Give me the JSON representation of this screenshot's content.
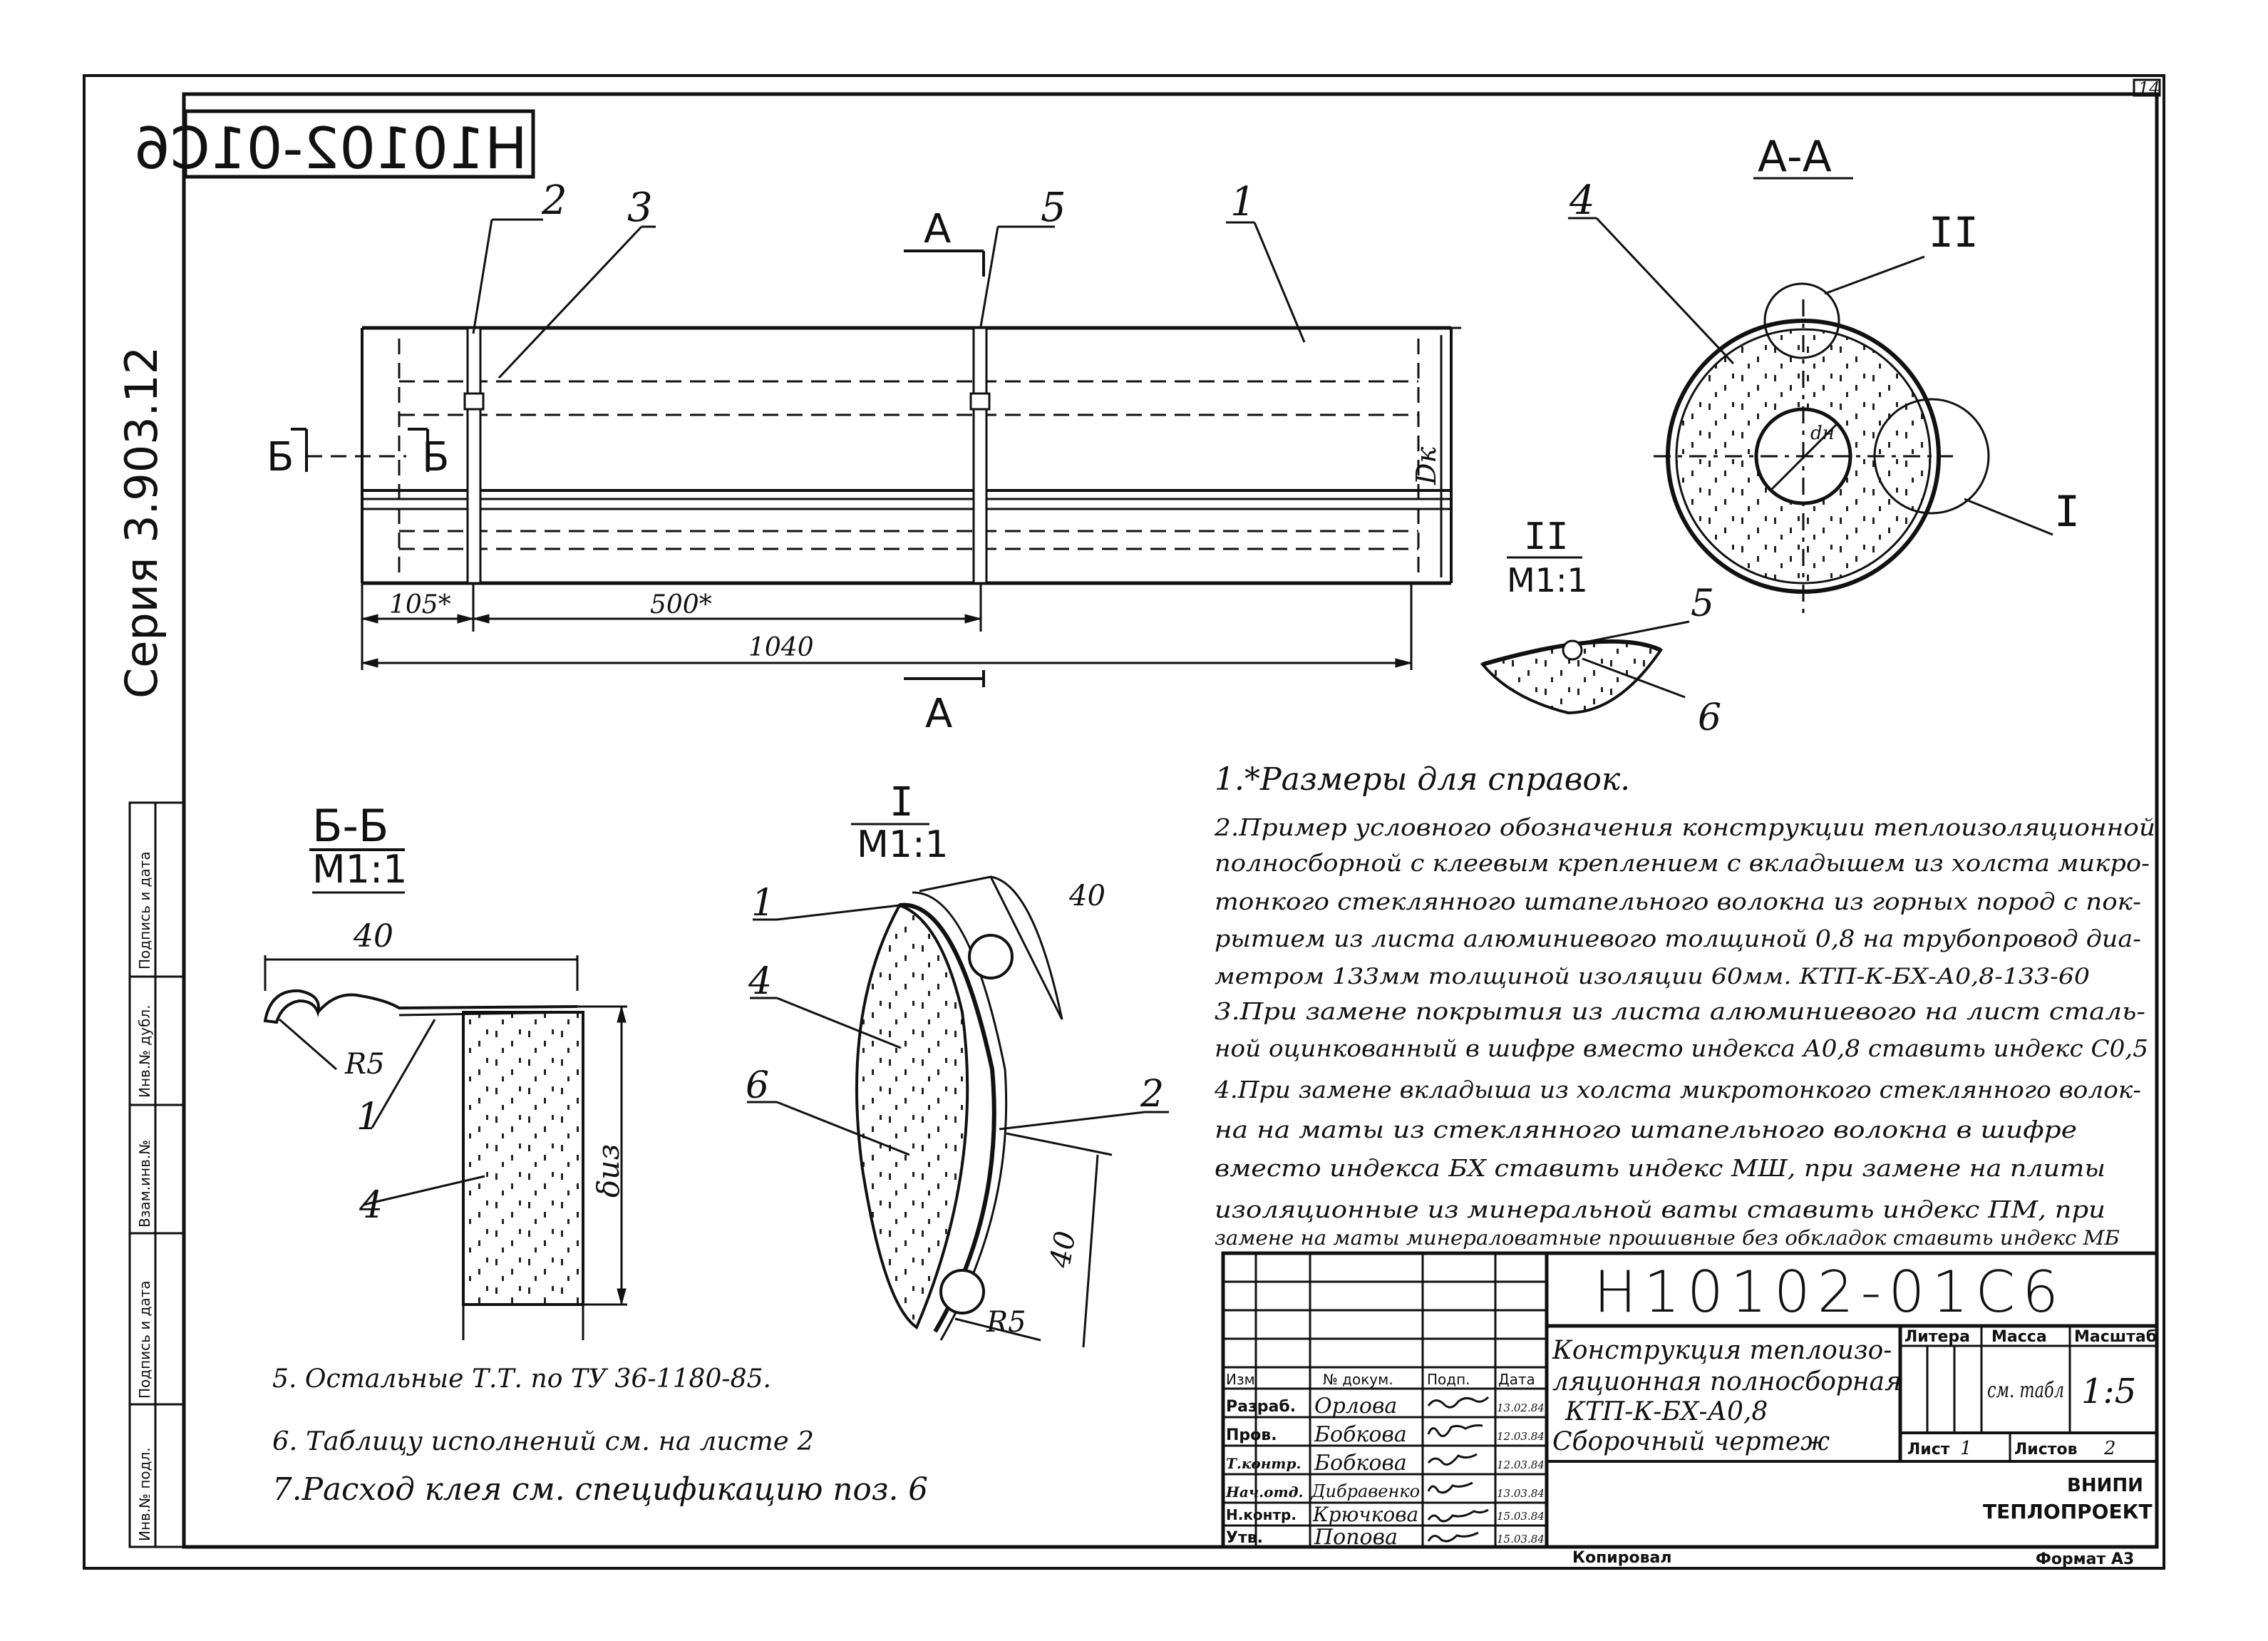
{
  "sheet": {
    "page_number": "14",
    "mirrored_code": "H10102-01C6",
    "series": "Серия 3.903.12",
    "format": "Формат А3",
    "copied": "Копировал"
  },
  "side_stamp": {
    "labels": [
      "Подпись и дата",
      "Инв.№ дубл.",
      "Взам.инв.№",
      "Подпись и дата",
      "Инв.№ подл."
    ]
  },
  "main_view": {
    "callouts": [
      "2",
      "3",
      "5",
      "1"
    ],
    "section_a_top": "А",
    "section_a_bottom": "А",
    "section_b_left": "Б",
    "section_b_right": "Б",
    "dim_diameter": "Dк",
    "dim_105": "105*",
    "dim_500": "500*",
    "dim_1040": "1040"
  },
  "section_aa": {
    "title": "А-А",
    "callout_4": "4",
    "callout_II": "II",
    "callout_I": "I",
    "dim_dn": "dн"
  },
  "detail_II": {
    "title": "II",
    "scale": "М1:1",
    "callout_5": "5",
    "callout_6": "6"
  },
  "section_bb": {
    "title": "Б-Б",
    "scale": "М1:1",
    "dim_40": "40",
    "dim_r5": "R5",
    "dim_thickness": "δиз",
    "callout_1": "1",
    "callout_4": "4"
  },
  "detail_I": {
    "title": "I",
    "scale": "М1:1",
    "callout_1": "1",
    "callout_4": "4",
    "callout_6": "6",
    "callout_2": "2",
    "dim_40_top": "40",
    "dim_40_side": "40",
    "dim_r5": "R5"
  },
  "notes": [
    "1.*Размеры для справок.",
    "2.Пример условного обозначения конструкции теплоизоляционной",
    "полносборной с клеевым креплением с вкладышем из холста микро-",
    "тонкого стеклянного штапельного волокна из горных пород с пок-",
    "рытием из листа алюминиевого толщиной 0,8 на трубопровод диа-",
    "метром 133мм толщиной изоляции 60мм.  КТП-К-БХ-А0,8-133-60",
    "3.При замене покрытия из листа алюминиевого на лист сталь-",
    "ной оцинкованный в шифре вместо индекса А0,8 ставить индекс С0,5",
    "4.При замене вкладыша из холста микротонкого стеклянного волок-",
    "на на маты из стеклянного штапельного волокна в шифре",
    "вместо индекса БХ ставить индекс МШ, при замене на плиты",
    "изоляционные из минеральной ваты ставить индекс ПМ, при",
    "замене на маты минераловатные прошивные без обкладок ставить индекс МБ"
  ],
  "notes_lower": [
    "5. Остальные Т.Т. по ТУ 36-1180-85.",
    "6. Таблицу исполнений см. на листе 2",
    "7.Расход клея см. спецификацию поз. 6"
  ],
  "title_block": {
    "code": "Н10102-01С6",
    "name_lines": [
      "Конструкция теплоизо-",
      "ляционная полносборная",
      "КТП-К-БХ-А0,8",
      "Сборочный чертеж"
    ],
    "headers": {
      "izm": "Изм",
      "doc": "№ докум.",
      "sign": "Подп.",
      "date": "Дата"
    },
    "roles": [
      {
        "role": "Разраб.",
        "name": "Орлова",
        "date": "13.02.84"
      },
      {
        "role": "Пров.",
        "name": "Бобкова",
        "date": "12.03.84"
      },
      {
        "role": "Т.контр.",
        "name": "Бобкова",
        "date": "12.03.84"
      },
      {
        "role": "Нач.отд.",
        "name": "Дибравенко",
        "date": "13.03.84"
      },
      {
        "role": "Н.контр.",
        "name": "Крючкова",
        "date": "15.03.84"
      },
      {
        "role": "Утв.",
        "name": "Попова",
        "date": "15.03.84"
      }
    ],
    "litera_label": "Литера",
    "mass_label": "Масса",
    "scale_label": "Масштаб",
    "mass_value": "см. табл",
    "scale_value": "1:5",
    "sheet_label": "Лист",
    "sheet_value": "1",
    "sheets_label": "Листов",
    "sheets_value": "2",
    "org_line1": "ВНИПИ",
    "org_line2": "ТЕПЛОПРОЕКТ"
  }
}
